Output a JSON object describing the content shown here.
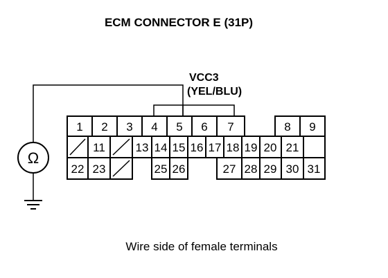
{
  "title": "ECM CONNECTOR E (31P)",
  "signal": {
    "name": "VCC3",
    "wire_color": "(YEL/BLU)"
  },
  "meter": {
    "symbol": "Ω",
    "icon": "ohmmeter-icon"
  },
  "connector": {
    "row1": [
      "1",
      "2",
      "3",
      "4",
      "5",
      "6",
      "7",
      "8",
      "9"
    ],
    "row2": [
      "",
      "11",
      "",
      "13",
      "14",
      "15",
      "16",
      "17",
      "18",
      "19",
      "20",
      "21"
    ],
    "row3": [
      "22",
      "23",
      "",
      "25",
      "26",
      "27",
      "28",
      "29",
      "30",
      "31"
    ],
    "empty_cavities_icon": "diagonal-slash-icon"
  },
  "caption": "Wire side of female terminals"
}
